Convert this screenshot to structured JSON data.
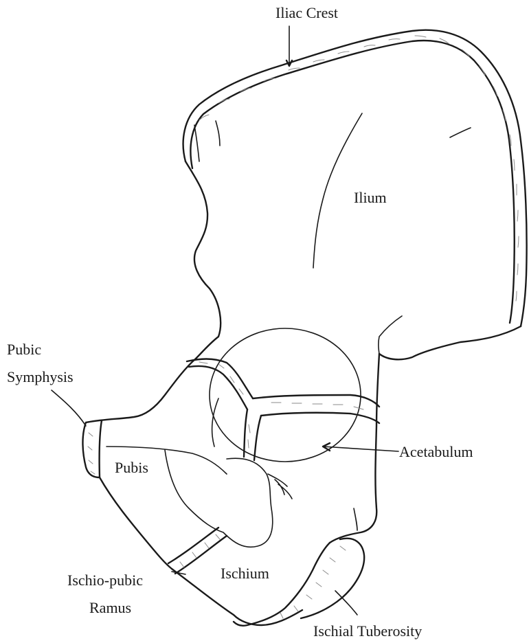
{
  "diagram": {
    "labels": {
      "iliac_crest": "Iliac Crest",
      "ilium": "Ilium",
      "pubic_symphysis_line1": "Pubic",
      "pubic_symphysis_line2": "Symphysis",
      "pubis": "Pubis",
      "acetabulum": "Acetabulum",
      "ischio_pubic_line1": "Ischio-pubic",
      "ischio_pubic_line2": "Ramus",
      "ischium": "Ischium",
      "ischial_tuberosity": "Ischial Tuberosity"
    },
    "colors": {
      "line": "#1a1a1a",
      "hatch": "#8a8a8a",
      "background": "#ffffff"
    }
  }
}
